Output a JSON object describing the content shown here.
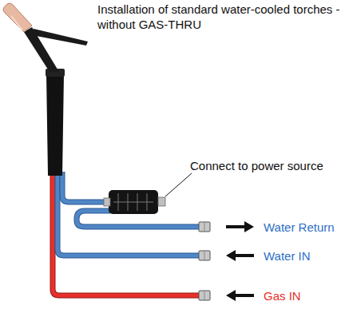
{
  "diagram": {
    "title": "Installation of standard water-cooled torches - without GAS-THRU",
    "labels": [
      "Connect to power source",
      "Water Return",
      "Water IN",
      "Gas IN"
    ]
  }
}
